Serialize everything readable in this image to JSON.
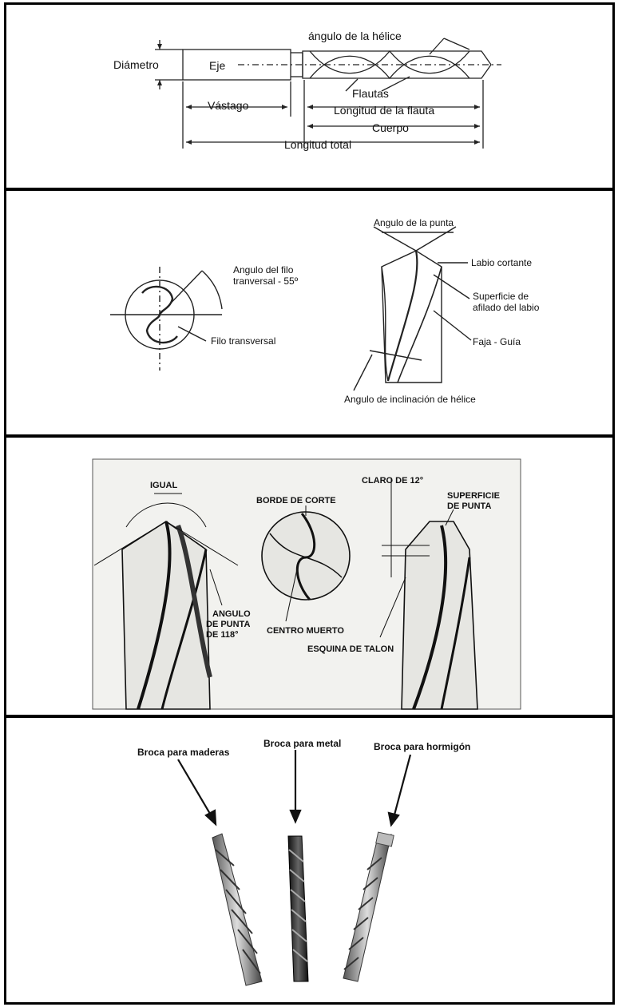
{
  "panel1": {
    "diametro": "Diámetro",
    "eje": "Eje",
    "angulo_helice": "ángulo de la hélice",
    "flautas": "Flautas",
    "vastago": "Vástago",
    "longitud_flauta": "Longitud de la flauta",
    "cuerpo": "Cuerpo",
    "longitud_total": "Longitud total"
  },
  "panel2": {
    "angulo_filo_line1": "Angulo del filo",
    "angulo_filo_line2": "tranversal - 55º",
    "filo_transversal": "Filo transversal",
    "angulo_punta": "Angulo de la punta",
    "labio_cortante": "Labio cortante",
    "superficie_line1": "Superficie de",
    "superficie_line2": "afilado del labio",
    "faja_guia": "Faja - Guía",
    "angulo_inclinacion": "Angulo de inclinación de hélice"
  },
  "panel3": {
    "igual": "IGUAL",
    "angulo_line1": "ANGULO",
    "angulo_line2": "DE PUNTA",
    "angulo_line3": "DE 118°",
    "borde_corte": "BORDE DE CORTE",
    "centro_muerto": "CENTRO MUERTO",
    "esquina_talon": "ESQUINA DE TALON",
    "claro": "CLARO DE 12°",
    "superficie_line1": "SUPERFICIE",
    "superficie_line2": "DE PUNTA"
  },
  "panel4": {
    "broca_maderas": "Broca para maderas",
    "broca_metal": "Broca para metal",
    "broca_hormigon": "Broca para hormigón"
  }
}
